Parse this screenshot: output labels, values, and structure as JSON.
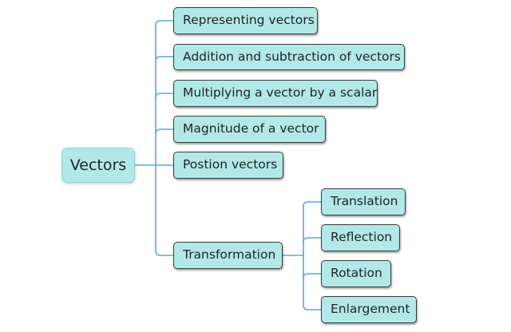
{
  "root": {
    "label": "Vectors"
  },
  "branches": [
    {
      "label": "Representing vectors"
    },
    {
      "label": "Addition and subtraction of vectors"
    },
    {
      "label": "Multiplying a vector by a scalar"
    },
    {
      "label": "Magnitude of a vector"
    },
    {
      "label": "Postion vectors"
    },
    {
      "label": "Transformation",
      "children": [
        {
          "label": "Translation"
        },
        {
          "label": "Reflection"
        },
        {
          "label": "Rotation"
        },
        {
          "label": "Enlargement"
        }
      ]
    }
  ],
  "colors": {
    "node_fill": "#b3e8e8",
    "connector": "#5aa7e0",
    "border": "#333b3b"
  }
}
